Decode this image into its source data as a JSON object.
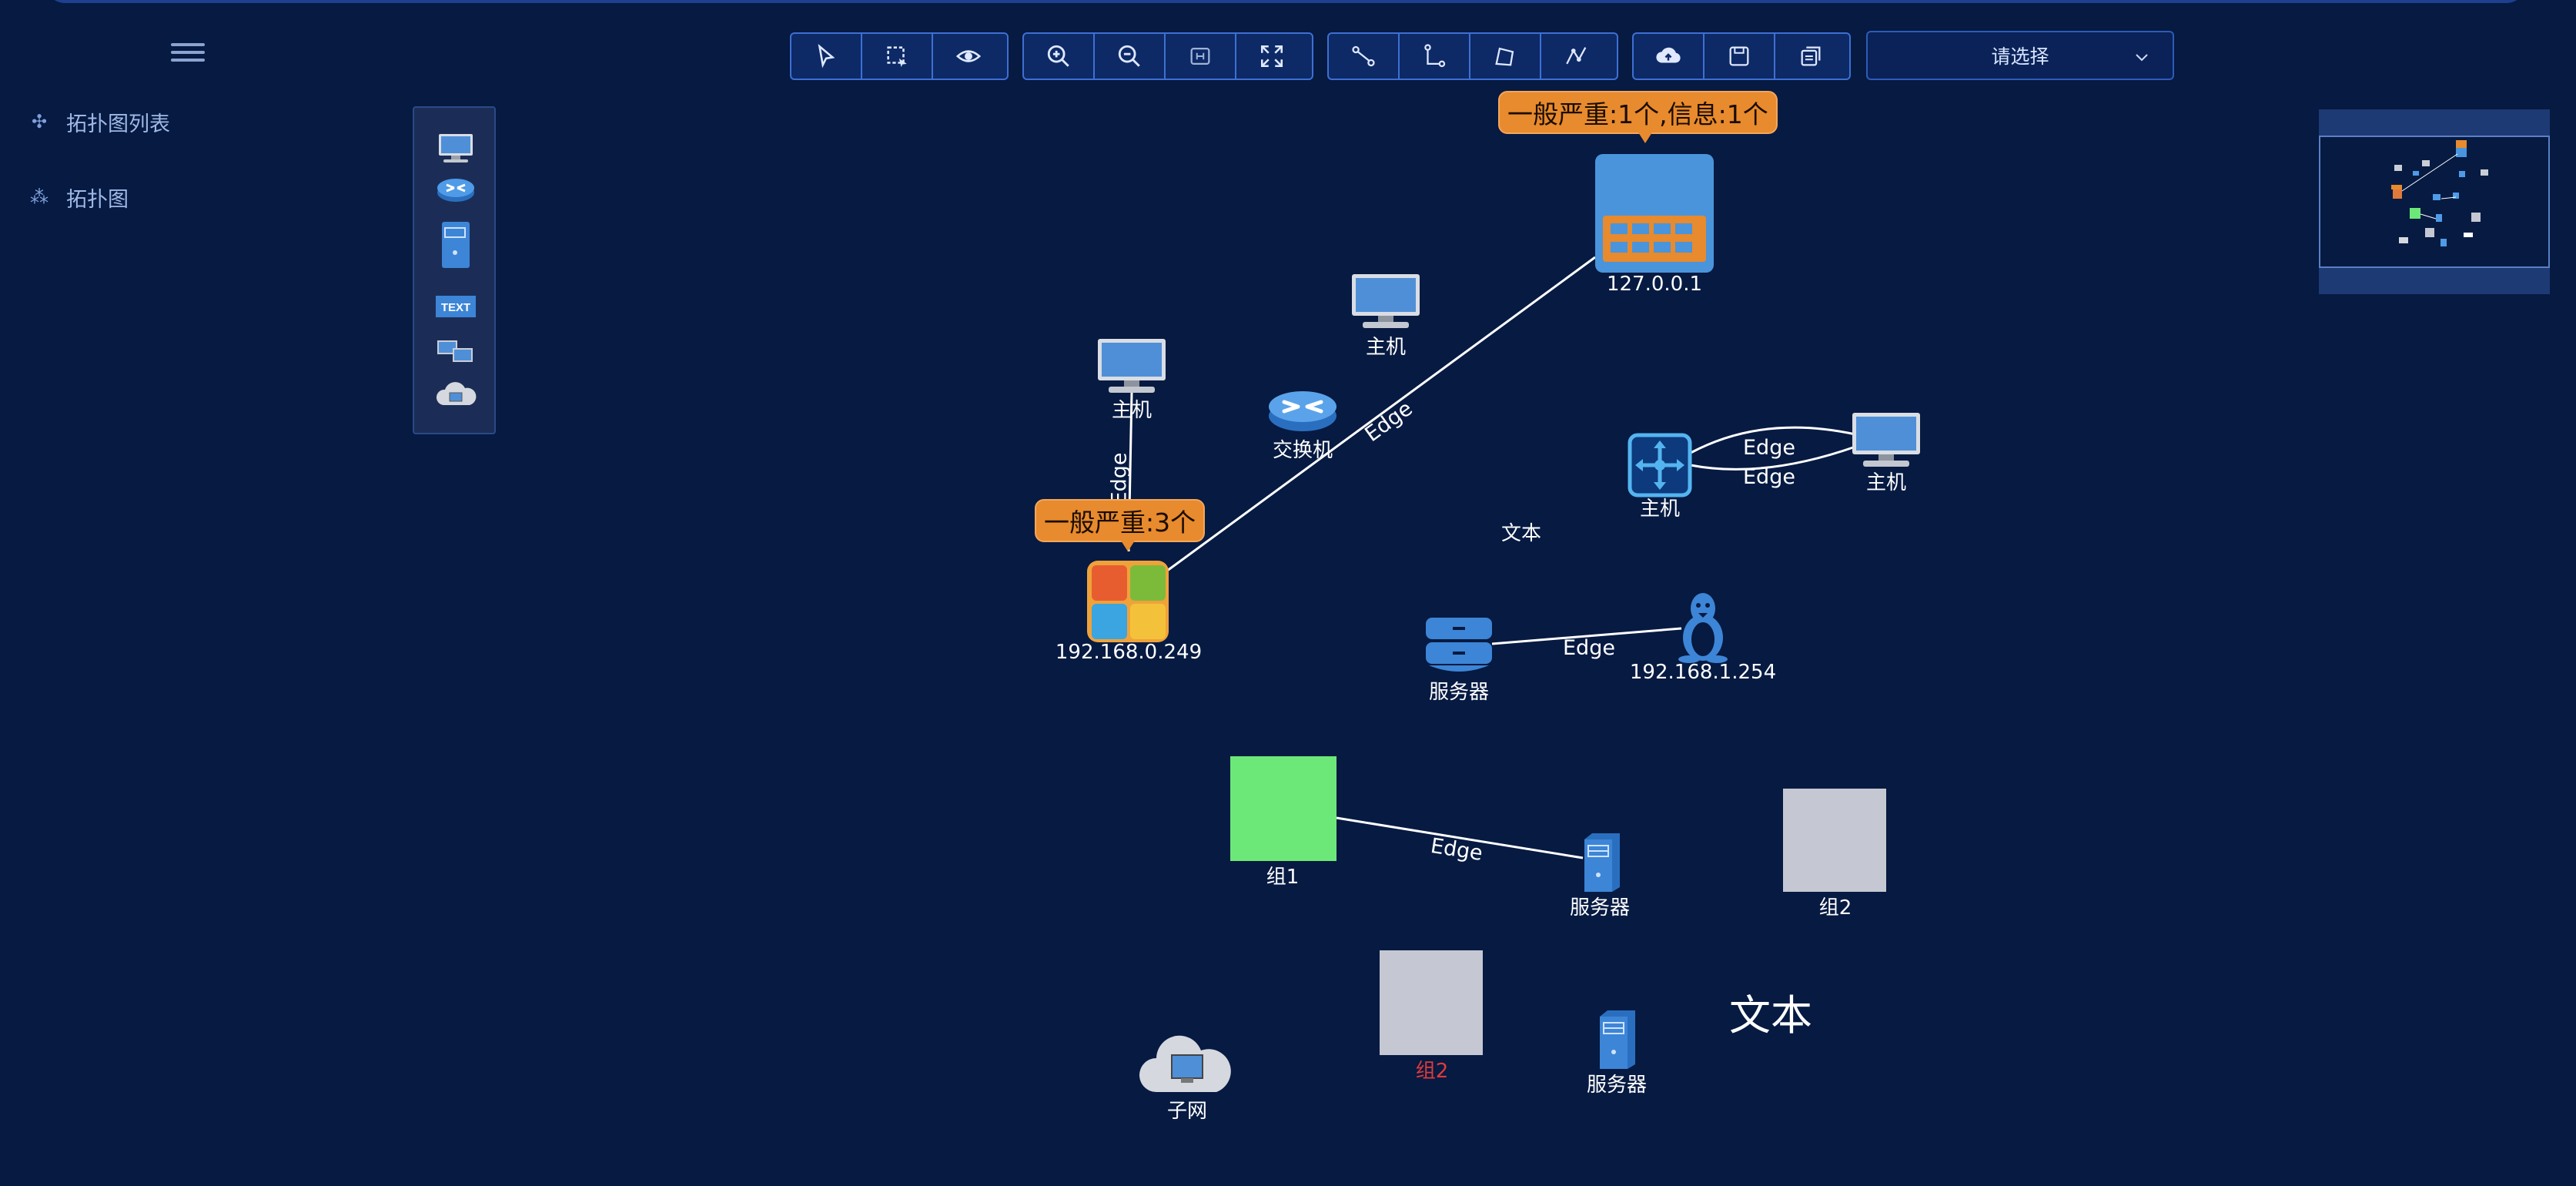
{
  "sidebar": {
    "items": [
      {
        "label": "拓扑图列表",
        "icon": "move-icon"
      },
      {
        "label": "拓扑图",
        "icon": "topology-icon"
      }
    ]
  },
  "toolbar": {
    "groups": [
      [
        "pointer-icon",
        "box-select-icon",
        "eye-icon"
      ],
      [
        "zoom-in-icon",
        "zoom-out-icon",
        "fit-icon",
        "fullscreen-icon"
      ],
      [
        "straight-line-icon",
        "orthogonal-line-icon",
        "polyline-icon",
        "curve-icon"
      ],
      [
        "cloud-upload-icon",
        "save-icon",
        "export-icon"
      ]
    ],
    "select_placeholder": "请选择"
  },
  "palette": [
    "pc-icon",
    "router-icon",
    "server-icon",
    "text-icon",
    "multi-host-icon",
    "cloud-subnet-icon"
  ],
  "canvas": {
    "nodes": {
      "firewall": "127.0.0.1",
      "host_top": "主机",
      "host_left": "主机",
      "switch": "交换机",
      "windows": "192.168.0.249",
      "l3switch": "主机",
      "host_right": "主机",
      "text_small": "文本",
      "storage": "服务器",
      "linux": "192.168.1.254",
      "group1": "组1",
      "server_mid": "服务器",
      "group2_right": "组2",
      "group2_bottom": "组2",
      "cloud": "子网",
      "server_bottom": "服务器",
      "text_large": "文本"
    },
    "edges": {
      "e1": "Edge",
      "e2": "Edge",
      "e3": "Edge",
      "e4": "Edge",
      "e5": "Edge",
      "e6": "Edge"
    },
    "alarms": {
      "firewall": "一般严重:1个,信息:1个",
      "windows": "一般严重:3个"
    },
    "colors": {
      "group1": "#6ce879",
      "group2": "#c5c8d2",
      "alarm": "#e88a2e",
      "group2_bottom_label": "#e03a3a"
    }
  }
}
